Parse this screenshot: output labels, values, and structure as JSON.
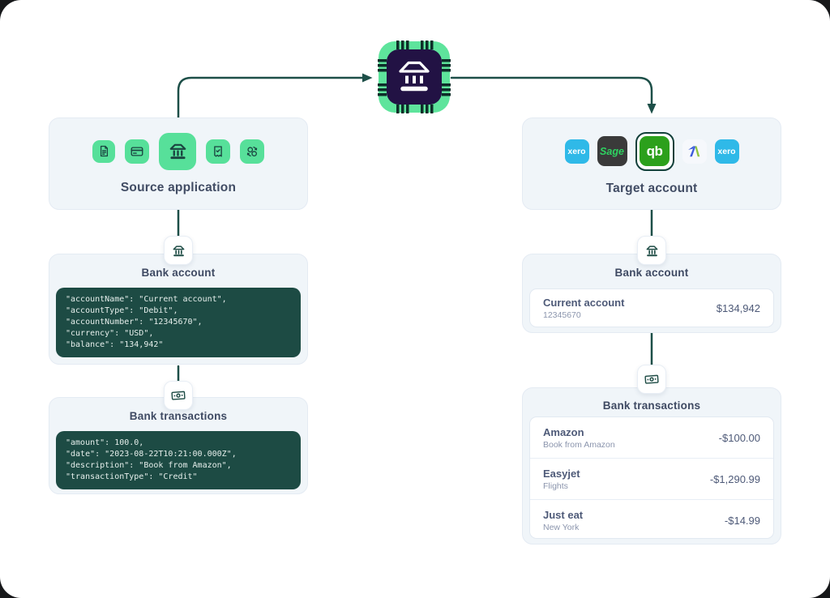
{
  "source_panel": {
    "title": "Source application",
    "icons": [
      "document-icon",
      "credit-card-icon",
      "bank-icon",
      "receipt-check-icon",
      "currency-exchange-icon"
    ]
  },
  "hub": {
    "icon": "bank-chip-icon"
  },
  "target_panel": {
    "title": "Target account",
    "apps": [
      {
        "icon": "xero-icon",
        "label": "xero",
        "selected": false
      },
      {
        "icon": "sage-icon",
        "label": "Sage",
        "selected": false
      },
      {
        "icon": "quickbooks-icon",
        "label": "qb",
        "selected": true
      },
      {
        "icon": "freeagent-icon",
        "label": "",
        "selected": false
      },
      {
        "icon": "xero-icon",
        "label": "xero",
        "selected": false
      }
    ]
  },
  "source_bank_account": {
    "badge_icon": "bank-icon",
    "title": "Bank account",
    "code_lines": [
      "\"accountName\": \"Current account\",",
      "\"accountType\": \"Debit\",",
      "\"accountNumber\": \"12345670\",",
      "\"currency\": \"USD\",",
      "\"balance\": \"134,942\""
    ]
  },
  "source_bank_transactions": {
    "badge_icon": "banknote-icon",
    "title": "Bank transactions",
    "code_lines": [
      "\"amount\": 100.0,",
      "\"date\": \"2023-08-22T10:21:00.000Z\",",
      "\"description\": \"Book from Amazon\",",
      "\"transactionType\": \"Credit\""
    ]
  },
  "target_bank_account": {
    "badge_icon": "bank-icon",
    "title": "Bank account",
    "account_name": "Current account",
    "account_number": "12345670",
    "balance": "$134,942"
  },
  "target_bank_transactions": {
    "badge_icon": "banknote-icon",
    "title": "Bank transactions",
    "rows": [
      {
        "merchant": "Amazon",
        "description": "Book from Amazon",
        "amount": "-$100.00"
      },
      {
        "merchant": "Easyjet",
        "description": "Flights",
        "amount": "-$1,290.99"
      },
      {
        "merchant": "Just eat",
        "description": "New York",
        "amount": "-$14.99"
      }
    ]
  },
  "colors": {
    "accent_green": "#57E09A",
    "chip_green": "#5EE49C",
    "chip_purple": "#221244",
    "connector_teal": "#1D4F48",
    "code_block_bg": "#1D4B44",
    "panel_bg": "#F0F5F9",
    "title_text": "#414C64",
    "xero_blue": "#2FB9E8",
    "sage_dark": "#3A3A3A",
    "sage_green": "#2ED361",
    "quickbooks_green": "#2CA01C"
  }
}
